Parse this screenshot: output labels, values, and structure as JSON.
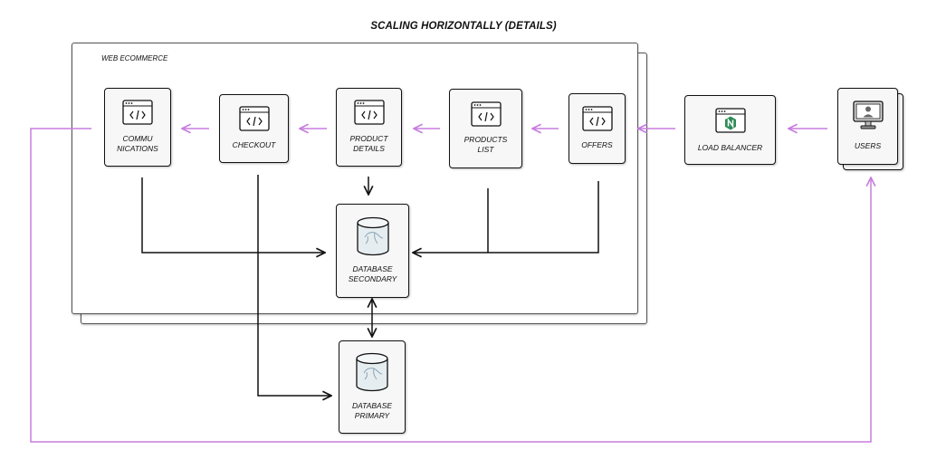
{
  "title": "SCALING HORIZONTALLY (DETAILS)",
  "container_label": "WEB ECOMMERCE",
  "nodes": {
    "communications": {
      "line1": "COMMU",
      "line2": "NICATIONS"
    },
    "checkout": {
      "line1": "CHECKOUT"
    },
    "product_details": {
      "line1": "PRODUCT",
      "line2": "DETAILS"
    },
    "products_list": {
      "line1": "PRODUCTS",
      "line2": "LIST"
    },
    "offers": {
      "line1": "OFFERS"
    },
    "load_balancer": {
      "line1": "LOAD BALANCER"
    },
    "users": {
      "line1": "USERS"
    },
    "database_secondary": {
      "line1": "DATABASE",
      "line2": "SECONDARY"
    },
    "database_primary": {
      "line1": "DATABASE",
      "line2": "PRIMARY"
    }
  },
  "colors": {
    "request_flow": "#c77dde",
    "data_flow": "#111111",
    "nginx": "#2e8b57"
  },
  "icons": {
    "service": "code-window-icon",
    "database": "mysql-database-icon",
    "load_balancer": "nginx-icon",
    "users": "monitor-user-icon"
  }
}
